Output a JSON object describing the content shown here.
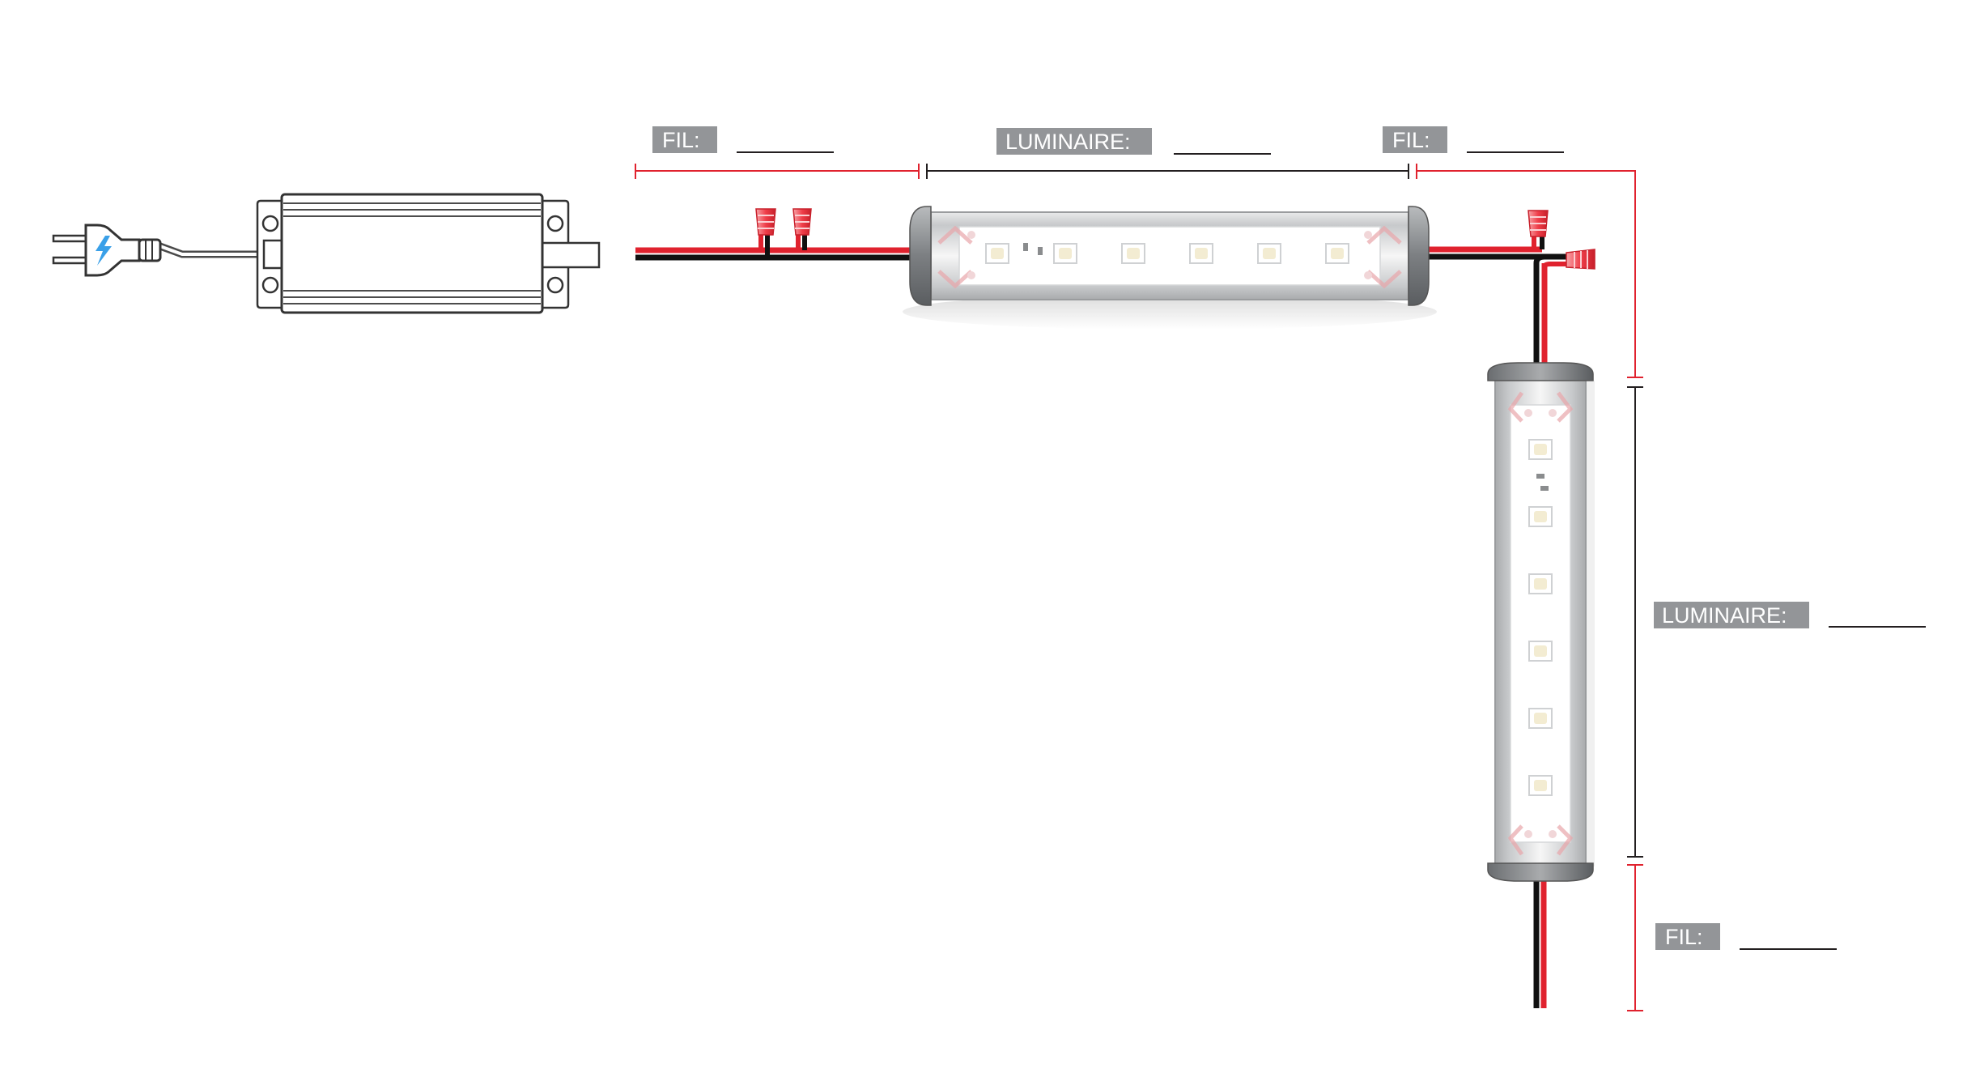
{
  "labels": {
    "wire_top_left": "FIL:",
    "luminaire_top": "LUMINAIRE:",
    "wire_top_right": "FIL:",
    "luminaire_right": "LUMINAIRE:",
    "wire_bottom": "FIL:"
  },
  "colors": {
    "wire_positive": "#e0222e",
    "wire_negative": "#111111",
    "label_background": "#939598",
    "label_text": "#ffffff",
    "dimension_red": "#e0222e",
    "dimension_black": "#231f20",
    "connector": "#f04b55",
    "lightning": "#3aa0e8",
    "led": "#f3ecd2"
  },
  "icons": {
    "plug": "power-plug-icon",
    "lightning": "lightning-bolt-icon"
  },
  "luminaires": [
    {
      "name": "horizontal-luminaire",
      "orientation": "horizontal",
      "led_count": 6
    },
    {
      "name": "vertical-luminaire",
      "orientation": "vertical",
      "led_count": 6
    }
  ]
}
